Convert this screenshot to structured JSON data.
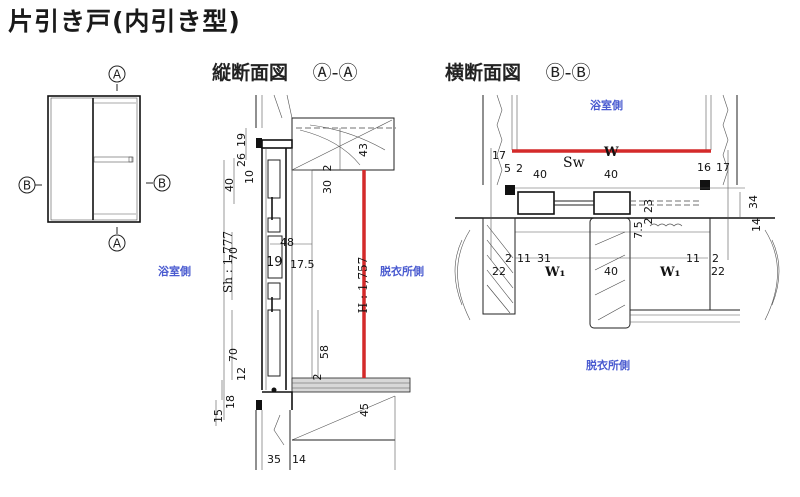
{
  "title": "片引き戸(内引き型)",
  "plan": {
    "marker_top": "A",
    "marker_bottom": "A",
    "marker_left": "B",
    "marker_right": "B"
  },
  "vertical_section": {
    "title": "縦断面図",
    "marker": "Ⓐ-Ⓐ",
    "side_left": "浴室側",
    "side_right": "脱衣所側",
    "dims": {
      "d19": "19",
      "d26": "26",
      "d10": "10",
      "d40": "40",
      "d43": "43",
      "d2a": "2",
      "d30": "30",
      "sh": "Sh : 1,777",
      "d70a": "70",
      "d48": "48",
      "d19b": "19",
      "d17_5": "17.5",
      "h": "H : 1,757",
      "d70b": "70",
      "d58": "58",
      "d12": "12",
      "d2b": "2",
      "d18": "18",
      "d15": "15",
      "d45": "45",
      "d35": "35",
      "d14": "14"
    }
  },
  "horizontal_section": {
    "title": "横断面図",
    "marker": "Ⓑ-Ⓑ",
    "side_top": "浴室側",
    "side_bottom": "脱衣所側",
    "dims": {
      "d17a": "17",
      "w": "W",
      "d5": "5",
      "d2a": "2",
      "sw": "Sw",
      "d40a": "40",
      "d40b": "40",
      "d16": "16",
      "d17b": "17",
      "d23": "23",
      "d34": "34",
      "d2b": "2",
      "d7_5": "7.5",
      "d14": "14",
      "d2c": "2",
      "d11a": "11",
      "d31": "31",
      "d22a": "22",
      "w1a": "W₁",
      "d40c": "40",
      "w1b": "W₁",
      "d11b": "11",
      "d2d": "2",
      "d22b": "22"
    }
  },
  "colors": {
    "highlight_line": "#d42a2a",
    "side_label": "#4a5bd0"
  }
}
